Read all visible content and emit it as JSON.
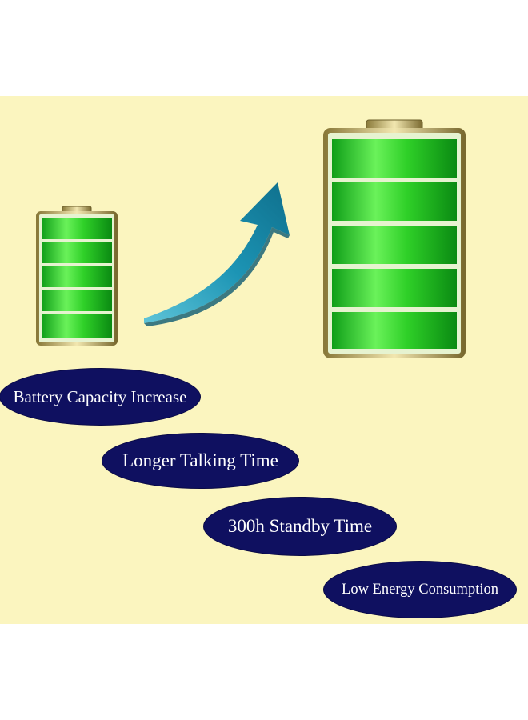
{
  "features": [
    {
      "label": "Battery Capacity Increase"
    },
    {
      "label": "Longer Talking Time"
    },
    {
      "label": "300h Standby Time"
    },
    {
      "label": "Low Energy Consumption"
    }
  ],
  "colors": {
    "background": "#fbf5bf",
    "pill": "#0f1060",
    "pill_text": "#ffffff",
    "battery_green": "#22c21f",
    "battery_frame": "#c9b45c",
    "arrow": "#1f9ab8"
  },
  "battery_small": {
    "charge_bars": 5
  },
  "battery_large": {
    "charge_bars": 5
  }
}
